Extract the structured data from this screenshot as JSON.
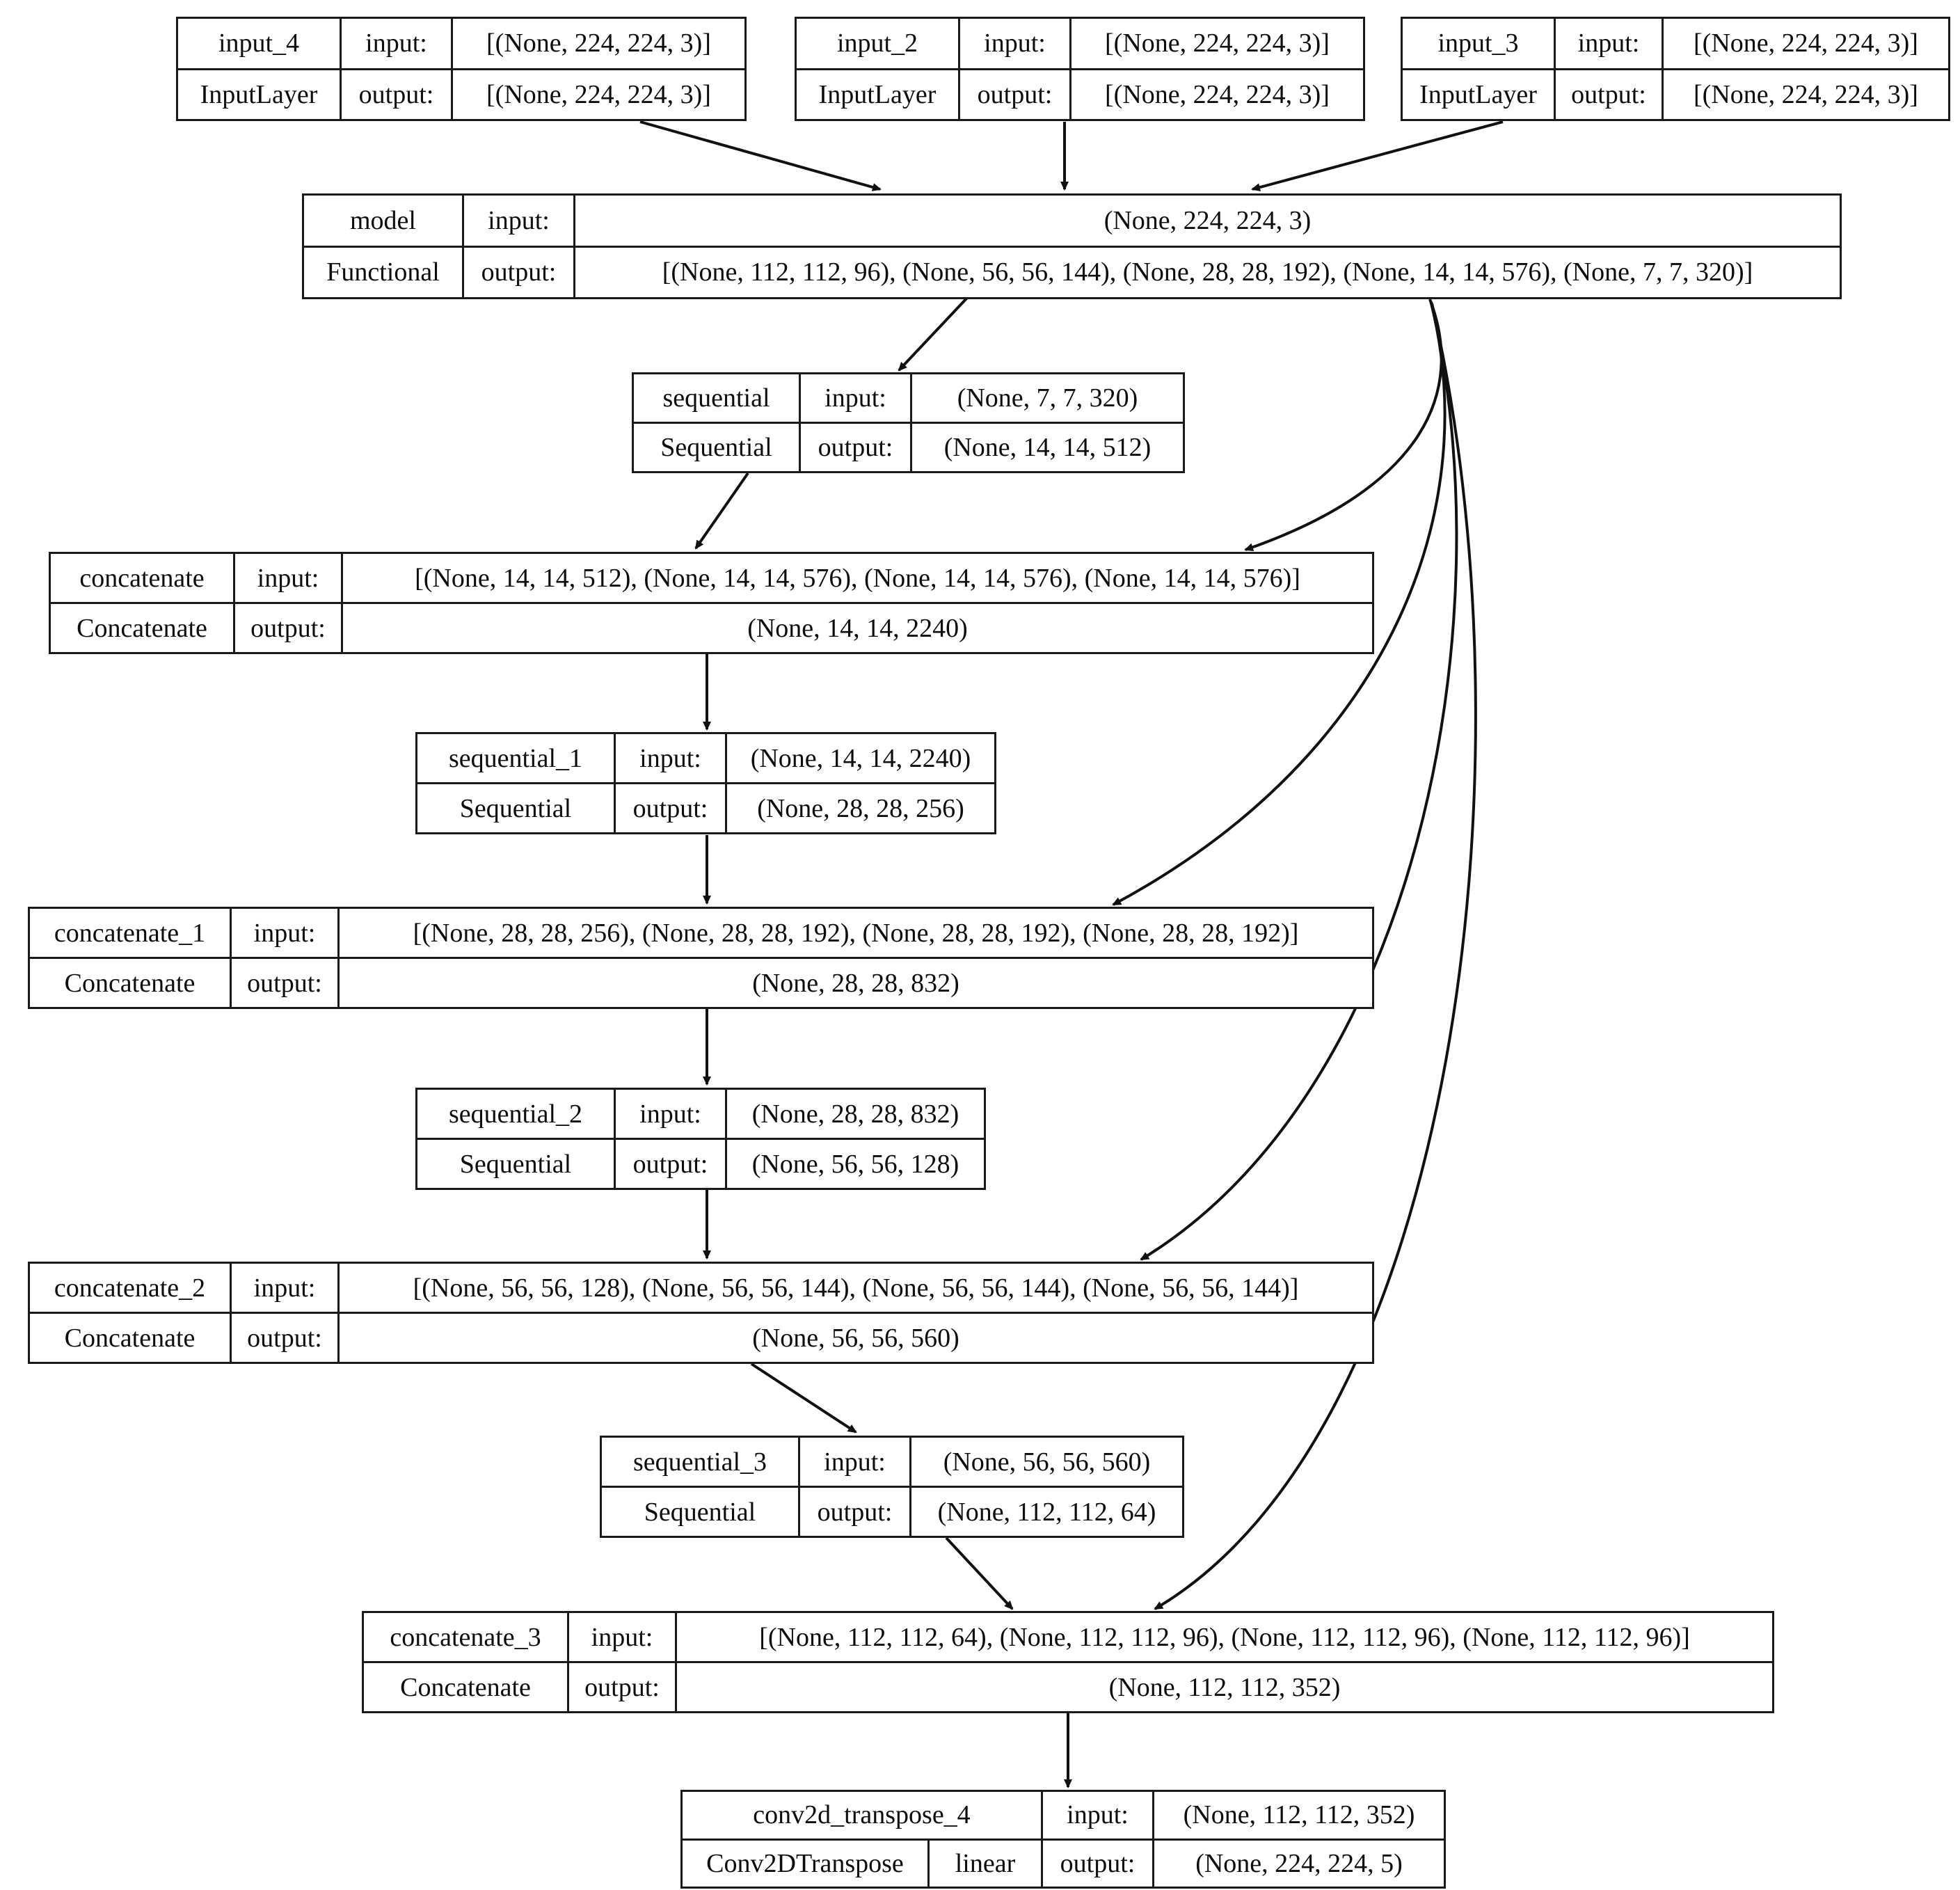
{
  "diagram": {
    "title": "Keras model architecture graph",
    "type": "neural-network-graph",
    "io_labels": {
      "input": "input:",
      "output": "output:"
    },
    "colors": {
      "stroke": "#1a1a1a",
      "background": "#ffffff",
      "text": "#0d0d0d"
    }
  },
  "nodes": [
    {
      "id": "input_4",
      "name": "input_4",
      "class_name": "InputLayer",
      "in_label": "input:",
      "out_label": "output:",
      "input_shape": "[(None, 224, 224, 3)]",
      "output_shape": "[(None, 224, 224, 3)]"
    },
    {
      "id": "input_2",
      "name": "input_2",
      "class_name": "InputLayer",
      "in_label": "input:",
      "out_label": "output:",
      "input_shape": "[(None, 224, 224, 3)]",
      "output_shape": "[(None, 224, 224, 3)]"
    },
    {
      "id": "input_3",
      "name": "input_3",
      "class_name": "InputLayer",
      "in_label": "input:",
      "out_label": "output:",
      "input_shape": "[(None, 224, 224, 3)]",
      "output_shape": "[(None, 224, 224, 3)]"
    },
    {
      "id": "model",
      "name": "model",
      "class_name": "Functional",
      "in_label": "input:",
      "out_label": "output:",
      "input_shape": "(None, 224, 224, 3)",
      "output_shape": "[(None, 112, 112, 96), (None, 56, 56, 144), (None, 28, 28, 192), (None, 14, 14, 576), (None, 7, 7, 320)]"
    },
    {
      "id": "sequential",
      "name": "sequential",
      "class_name": "Sequential",
      "in_label": "input:",
      "out_label": "output:",
      "input_shape": "(None, 7, 7, 320)",
      "output_shape": "(None, 14, 14, 512)"
    },
    {
      "id": "concatenate",
      "name": "concatenate",
      "class_name": "Concatenate",
      "in_label": "input:",
      "out_label": "output:",
      "input_shape": "[(None, 14, 14, 512), (None, 14, 14, 576), (None, 14, 14, 576), (None, 14, 14, 576)]",
      "output_shape": "(None, 14, 14, 2240)"
    },
    {
      "id": "sequential_1",
      "name": "sequential_1",
      "class_name": "Sequential",
      "in_label": "input:",
      "out_label": "output:",
      "input_shape": "(None, 14, 14, 2240)",
      "output_shape": "(None, 28, 28, 256)"
    },
    {
      "id": "concatenate_1",
      "name": "concatenate_1",
      "class_name": "Concatenate",
      "in_label": "input:",
      "out_label": "output:",
      "input_shape": "[(None, 28, 28, 256), (None, 28, 28, 192), (None, 28, 28, 192), (None, 28, 28, 192)]",
      "output_shape": "(None, 28, 28, 832)"
    },
    {
      "id": "sequential_2",
      "name": "sequential_2",
      "class_name": "Sequential",
      "in_label": "input:",
      "out_label": "output:",
      "input_shape": "(None, 28, 28, 832)",
      "output_shape": "(None, 56, 56, 128)"
    },
    {
      "id": "concatenate_2",
      "name": "concatenate_2",
      "class_name": "Concatenate",
      "in_label": "input:",
      "out_label": "output:",
      "input_shape": "[(None, 56, 56, 128), (None, 56, 56, 144), (None, 56, 56, 144), (None, 56, 56, 144)]",
      "output_shape": "(None, 56, 56, 560)"
    },
    {
      "id": "sequential_3",
      "name": "sequential_3",
      "class_name": "Sequential",
      "in_label": "input:",
      "out_label": "output:",
      "input_shape": "(None, 56, 56, 560)",
      "output_shape": "(None, 112, 112, 64)"
    },
    {
      "id": "concatenate_3",
      "name": "concatenate_3",
      "class_name": "Concatenate",
      "in_label": "input:",
      "out_label": "output:",
      "input_shape": "[(None, 112, 112, 64), (None, 112, 112, 96), (None, 112, 112, 96), (None, 112, 112, 96)]",
      "output_shape": "(None, 112, 112, 352)"
    },
    {
      "id": "conv2d_transpose_4",
      "name": "conv2d_transpose_4",
      "class_name": "Conv2DTranspose",
      "activation": "linear",
      "in_label": "input:",
      "out_label": "output:",
      "input_shape": "(None, 112, 112, 352)",
      "output_shape": "(None, 224, 224, 5)"
    }
  ]
}
